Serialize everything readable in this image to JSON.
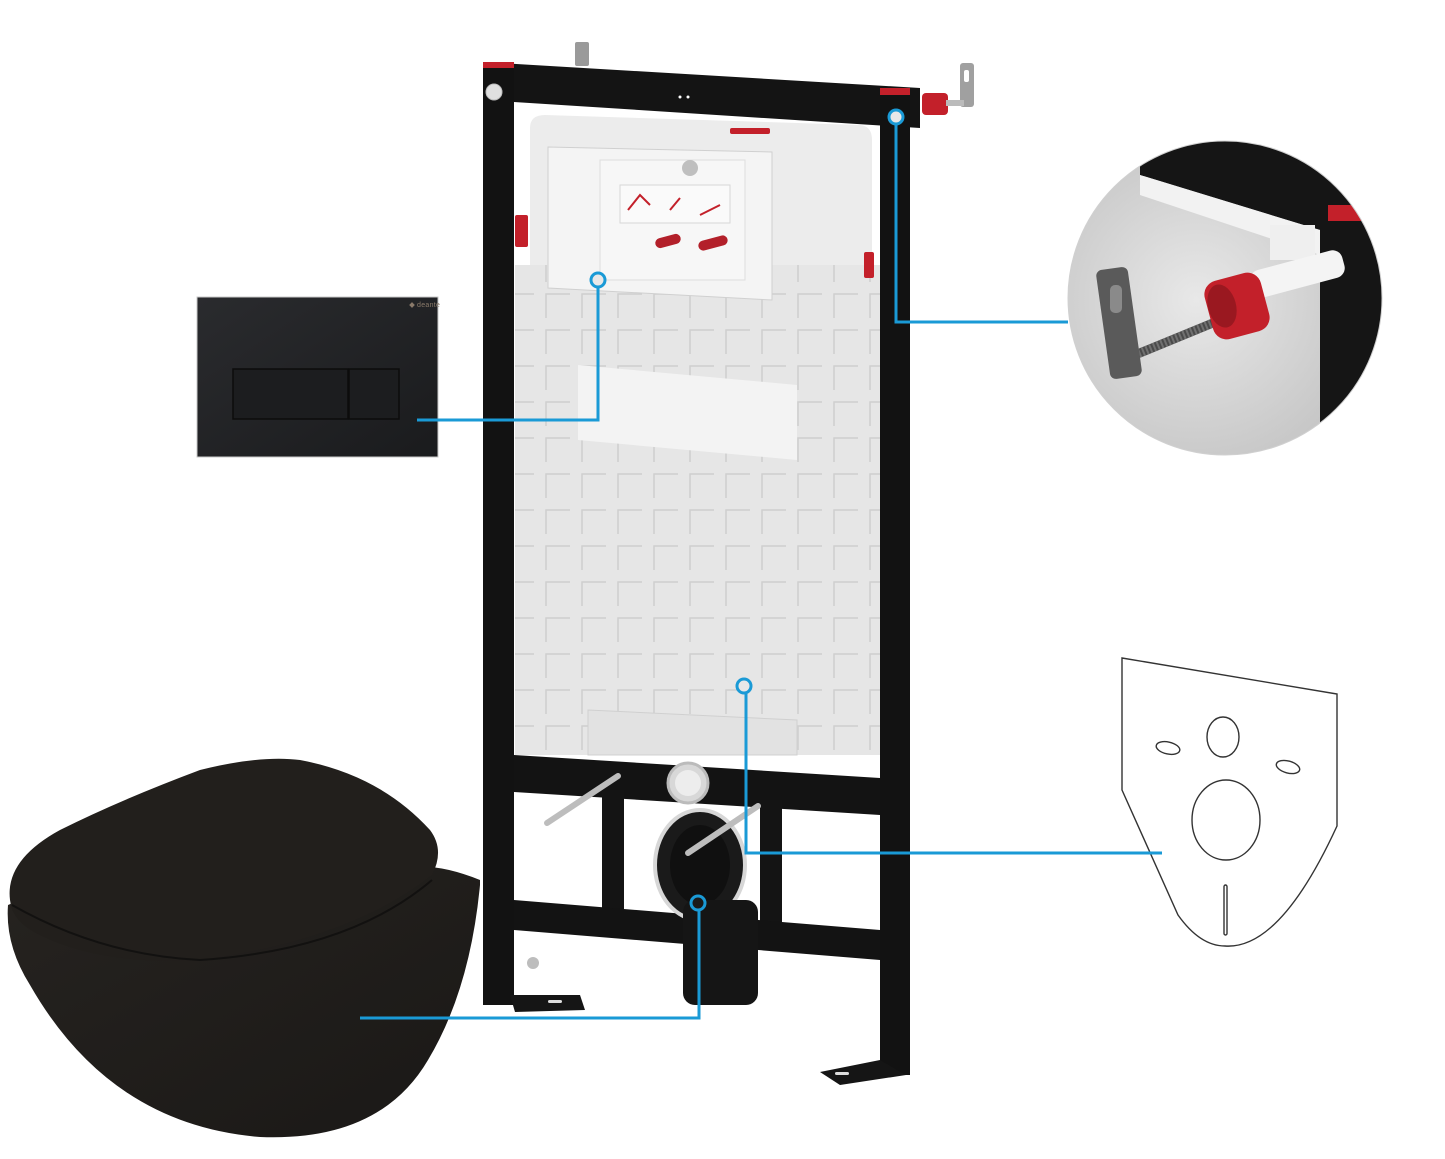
{
  "diagram": {
    "subject": "Wall-hung toilet installation set",
    "accent_color": "#1a9ad6",
    "frame_color": "#111111",
    "red_part_color": "#c3202a",
    "components": [
      {
        "id": "flush-plate",
        "name": "Flush plate",
        "color": "#1f2022",
        "buttons": [
          "large flush",
          "small flush"
        ],
        "brand": "deante"
      },
      {
        "id": "installation-frame",
        "name": "Installation frame with cistern",
        "color": "#111111"
      },
      {
        "id": "wall-anchor-detail",
        "name": "Wall fixing bracket with adjustable anchor (detail)"
      },
      {
        "id": "soundproof-mat",
        "name": "Sound insulation mat"
      },
      {
        "id": "toilet-bowl",
        "name": "Wall-hung toilet bowl with slim seat",
        "color": "#1e1c1a"
      }
    ],
    "callouts": [
      {
        "from": "flush-plate",
        "to": "cistern-inspection-opening"
      },
      {
        "from": "wall-anchor-detail",
        "to": "frame-top-right-anchor"
      },
      {
        "from": "soundproof-mat",
        "to": "cistern-front-panel"
      },
      {
        "from": "toilet-bowl",
        "to": "drain-connection"
      }
    ]
  },
  "flush_plate": {
    "brand_label": "deante"
  }
}
